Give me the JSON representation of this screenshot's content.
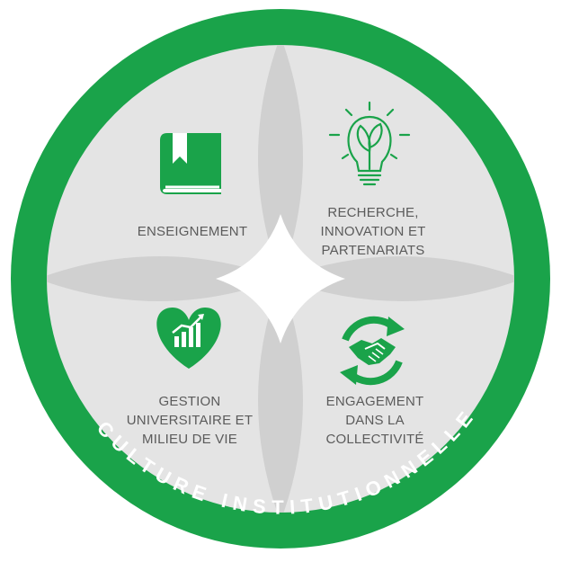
{
  "colors": {
    "ring": "#1aa34a",
    "disk": "#e4e4e4",
    "petal": "#d0d0d0",
    "center": "#ffffff",
    "icon": "#1aa34a",
    "text": "#5b5b5b",
    "ring_text": "#ffffff"
  },
  "ring_text": "CULTURE INSTITUTIONNELLE",
  "quadrants": {
    "top_left": {
      "icon": "book-icon",
      "lines": [
        "ENSEIGNEMENT"
      ]
    },
    "top_right": {
      "icon": "lightbulb-leaf-icon",
      "lines": [
        "RECHERCHE,",
        "INNOVATION ET",
        "PARTENARIATS"
      ]
    },
    "bottom_left": {
      "icon": "heart-chart-icon",
      "lines": [
        "GESTION",
        "UNIVERSITAIRE ET",
        "MILIEU DE VIE"
      ]
    },
    "bottom_right": {
      "icon": "handshake-cycle-icon",
      "lines": [
        "ENGAGEMENT",
        "DANS LA",
        "COLLECTIVITÉ"
      ]
    }
  }
}
